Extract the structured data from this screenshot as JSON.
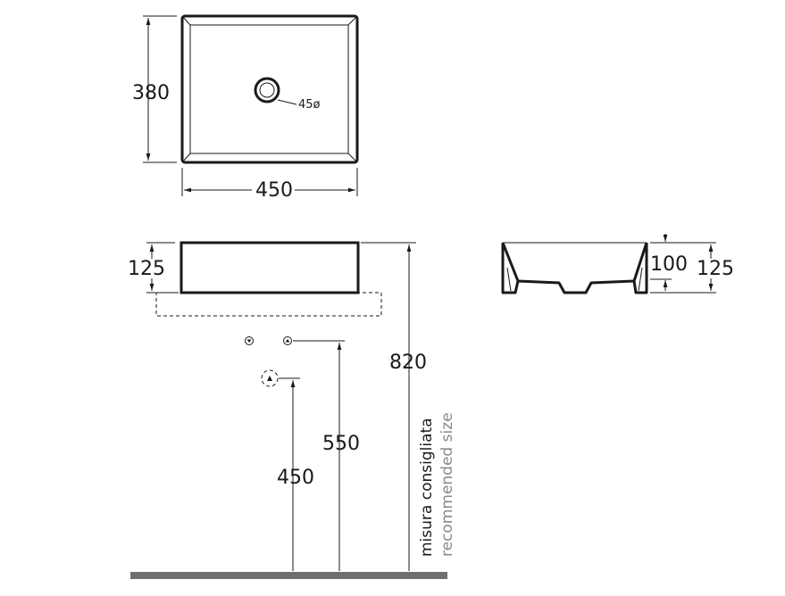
{
  "top_view": {
    "depth": "380",
    "width": "450",
    "drain_diameter": "45ø"
  },
  "front_view": {
    "height": "125",
    "mount_height": "820",
    "valve_height": "550",
    "trap_height": "450",
    "note_it": "misura consigliata",
    "note_en": "recommended size"
  },
  "side_view": {
    "inner_depth": "100",
    "height": "125"
  }
}
